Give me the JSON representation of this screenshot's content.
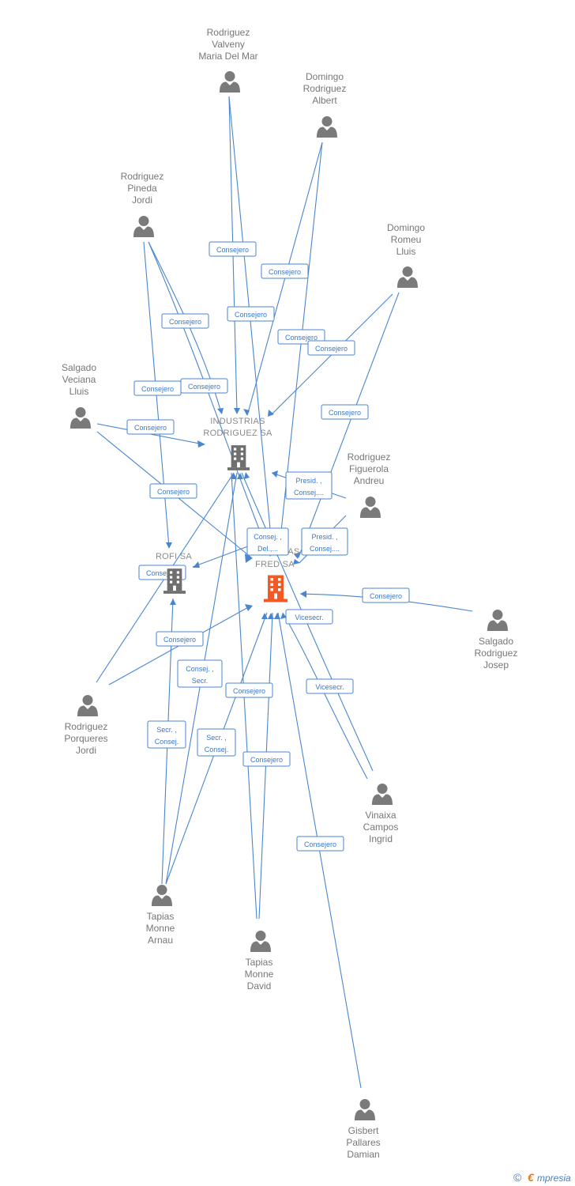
{
  "companies": {
    "industrias": {
      "line1": "INDUSTRIAS",
      "line2": "RODRIGUEZ SA",
      "color": "#6f6f6f"
    },
    "rofi": {
      "line1": "ROFI SA",
      "color": "#6f6f6f"
    },
    "fred": {
      "line1": "AS",
      "line2": "FRED SA",
      "color": "#f15a24"
    }
  },
  "persons": {
    "valveny": [
      "Rodriguez",
      "Valveny",
      "Maria Del Mar"
    ],
    "albert": [
      "Domingo",
      "Rodriguez",
      "Albert"
    ],
    "pineda": [
      "Rodriguez",
      "Pineda",
      "Jordi"
    ],
    "romeu": [
      "Domingo",
      "Romeu",
      "Lluis"
    ],
    "veciana": [
      "Salgado",
      "Veciana",
      "Lluis"
    ],
    "figuerola": [
      "Rodriguez",
      "Figuerola",
      "Andreu"
    ],
    "josep": [
      "Salgado",
      "Rodriguez",
      "Josep"
    ],
    "porqueres": [
      "Rodriguez",
      "Porqueres",
      "Jordi"
    ],
    "vinaixa": [
      "Vinaixa",
      "Campos",
      "Ingrid"
    ],
    "arnau": [
      "Tapias",
      "Monne",
      "Arnau"
    ],
    "david": [
      "Tapias",
      "Monne",
      "David"
    ],
    "gisbert": [
      "Gisbert",
      "Pallares",
      "Damian"
    ]
  },
  "edge_labels": {
    "e1": [
      "Consejero"
    ],
    "e2": [
      "Consejero"
    ],
    "e3": [
      "Consejero"
    ],
    "e4": [
      "Consejero"
    ],
    "e5": [
      "Consejero"
    ],
    "e6": [
      "Consejero"
    ],
    "e7": [
      "Consejero"
    ],
    "e8": [
      "Consejero"
    ],
    "e9": [
      "Consejero"
    ],
    "e10": [
      "Consejero"
    ],
    "e11": [
      "Consejero"
    ],
    "e12": [
      "Presid. ,",
      "Consej...."
    ],
    "e13": [
      "Consej. ,",
      "Del.,..."
    ],
    "e14": [
      "Presid. ,",
      "Consej...."
    ],
    "e15": [
      "Consejero"
    ],
    "e16": [
      "Consejero"
    ],
    "e17": [
      "Vicesecr."
    ],
    "e18": [
      "Consejero"
    ],
    "e19": [
      "Consej. ,",
      "Secr."
    ],
    "e20": [
      "Consejero"
    ],
    "e21": [
      "Vicesecr."
    ],
    "e22": [
      "Secr. ,",
      "Consej."
    ],
    "e23": [
      "Secr. ,",
      "Consej."
    ],
    "e24": [
      "Consejero"
    ],
    "e25": [
      "Consejero"
    ]
  },
  "branding": {
    "copyright": "©",
    "e": "€",
    "rest": "mpresia"
  }
}
